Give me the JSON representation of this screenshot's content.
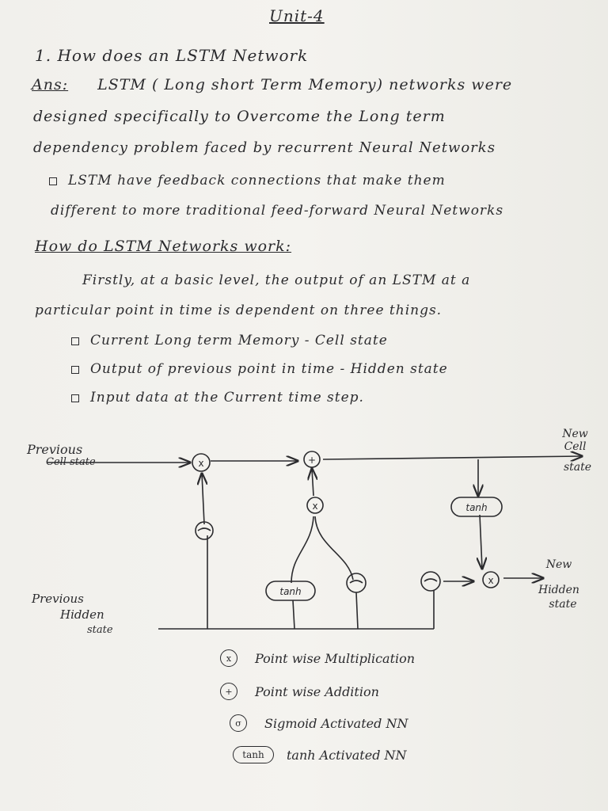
{
  "unit_title": "Unit-4",
  "question": "1. How does an LSTM Network",
  "answer": {
    "label": "Ans:",
    "line1": "LSTM ( Long short Term Memory) networks were",
    "line2": "designed specifically to Overcome the Long term",
    "line3": "dependency problem faced by recurrent Neural Networks",
    "bullet1_a": "LSTM have feedback connections that make them",
    "bullet1_b": "different to more traditional feed-forward Neural Networks"
  },
  "how_heading": "How do LSTM Networks work:",
  "firstly": {
    "line1": "Firstly, at a basic level, the output of an LSTM at a",
    "line2": "particular point in time is dependent on three things."
  },
  "things": [
    "Current Long term Memory  -  Cell state",
    "Output of previous point in time - Hidden state",
    "Input data at the Current time step."
  ],
  "diagram": {
    "prev_cell_1": "Previous",
    "prev_cell_2": "Cell state",
    "prev_hidden_1": "Previous",
    "prev_hidden_2": "Hidden",
    "prev_hidden_3": "state",
    "new_cell_1": "New",
    "new_cell_2": "Cell",
    "new_cell_3": "state",
    "new_hidden_1": "New",
    "new_hidden_2": "Hidden",
    "new_hidden_3": "state",
    "mult_symbol": "x",
    "add_symbol": "+",
    "tanh": "tanh"
  },
  "legend": [
    {
      "symbol": "x",
      "text": "Point wise Multiplication"
    },
    {
      "symbol": "+",
      "text": "Point wise Addition"
    },
    {
      "symbol": "σ",
      "text": "Sigmoid Activated NN"
    },
    {
      "symbol": "tanh",
      "text": "tanh Activated NN"
    }
  ]
}
